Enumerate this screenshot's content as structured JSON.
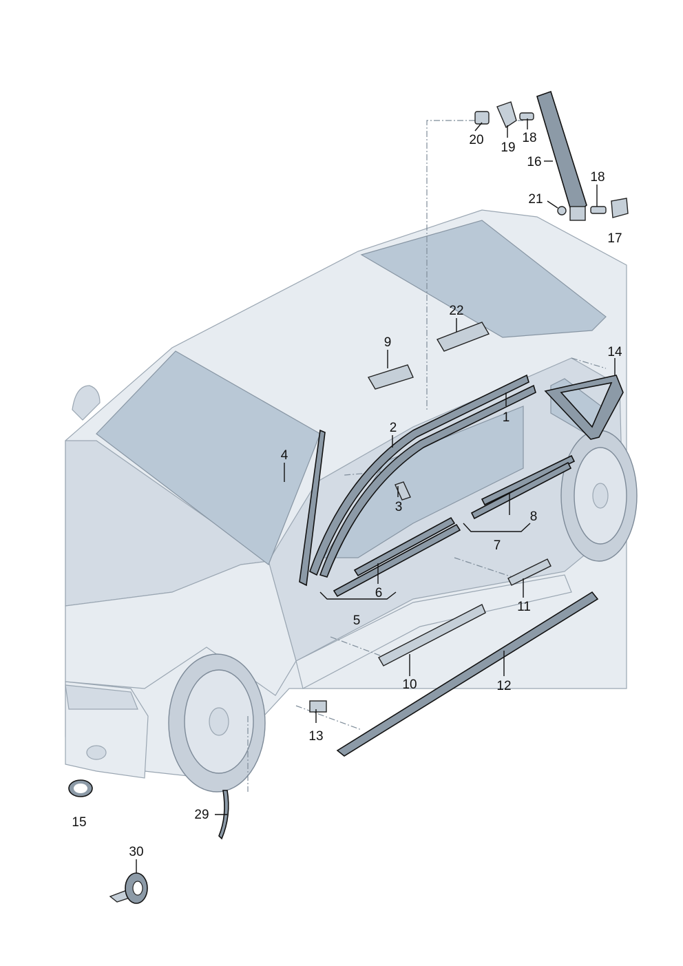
{
  "callouts": [
    {
      "id": "c1",
      "text": "1"
    },
    {
      "id": "c2",
      "text": "2"
    },
    {
      "id": "c3",
      "text": "3"
    },
    {
      "id": "c4",
      "text": "4"
    },
    {
      "id": "c5",
      "text": "5"
    },
    {
      "id": "c6",
      "text": "6"
    },
    {
      "id": "c7",
      "text": "7"
    },
    {
      "id": "c8",
      "text": "8"
    },
    {
      "id": "c9",
      "text": "9"
    },
    {
      "id": "c10",
      "text": "10"
    },
    {
      "id": "c11",
      "text": "11"
    },
    {
      "id": "c12",
      "text": "12"
    },
    {
      "id": "c13",
      "text": "13"
    },
    {
      "id": "c14",
      "text": "14"
    },
    {
      "id": "c15",
      "text": "15"
    },
    {
      "id": "c16",
      "text": "16"
    },
    {
      "id": "c17",
      "text": "17"
    },
    {
      "id": "c18a",
      "text": "18"
    },
    {
      "id": "c18b",
      "text": "18"
    },
    {
      "id": "c19",
      "text": "19"
    },
    {
      "id": "c20",
      "text": "20"
    },
    {
      "id": "c21",
      "text": "21"
    },
    {
      "id": "c22",
      "text": "22"
    },
    {
      "id": "c29",
      "text": "29"
    },
    {
      "id": "c30",
      "text": "30"
    }
  ],
  "colors": {
    "background": "#ffffff",
    "car_body": "#e7ecf1",
    "glass": "#b9c8d6",
    "trim_part": "#8c9aa7",
    "line": "#111111"
  }
}
